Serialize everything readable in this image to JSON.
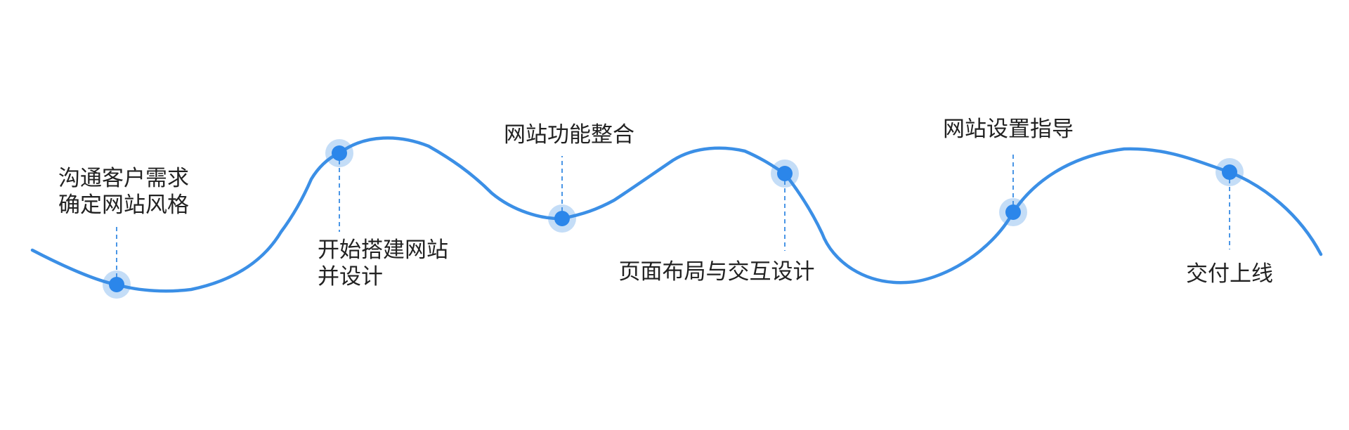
{
  "steps": [
    {
      "lines": [
        "沟通客户需求",
        "确定网站风格"
      ]
    },
    {
      "lines": [
        "开始搭建网站",
        "并设计"
      ]
    },
    {
      "lines": [
        "网站功能整合"
      ]
    },
    {
      "lines": [
        "页面布局与交互设计"
      ]
    },
    {
      "lines": [
        "网站设置指导"
      ]
    },
    {
      "lines": [
        "交付上线"
      ]
    }
  ],
  "colors": {
    "curve": "#3b8fe6",
    "node": "#2b86ea",
    "node_halo": "#3b8fe6",
    "connector": "#4a96e6",
    "text": "#222222",
    "background": "#ffffff"
  }
}
